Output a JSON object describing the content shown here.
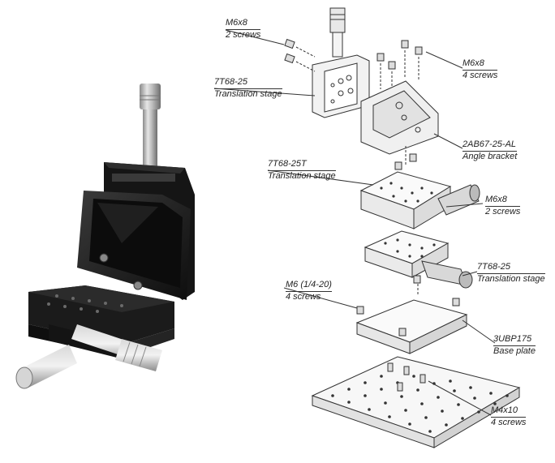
{
  "callouts": {
    "m6x8_top_left": {
      "part": "M6x8",
      "note": "2 screws"
    },
    "stage_7t68_25_top": {
      "part": "7T68-25",
      "note": "Translation stage"
    },
    "m6x8_top_right": {
      "part": "M6x8",
      "note": "4 screws"
    },
    "bracket": {
      "part": "2AB67-25-AL",
      "note": "Angle bracket"
    },
    "stage_7t68_25t": {
      "part": "7T68-25T",
      "note": "Translation stage"
    },
    "m6x8_mid": {
      "part": "M6x8",
      "note": "2 screws"
    },
    "stage_7t68_25_lower": {
      "part": "7T68-25",
      "note": "Translation stage"
    },
    "m6_screws": {
      "part": "M6 (1/4-20)",
      "note": "4 screws"
    },
    "base_plate": {
      "part": "3UBP175",
      "note": "Base plate"
    },
    "m4x10": {
      "part": "M4x10",
      "note": "4 screws"
    }
  },
  "colors": {
    "line": "#333333",
    "dark_metal": "#1c1c1c",
    "silver": "#b8b8b8",
    "text": "#222222"
  }
}
